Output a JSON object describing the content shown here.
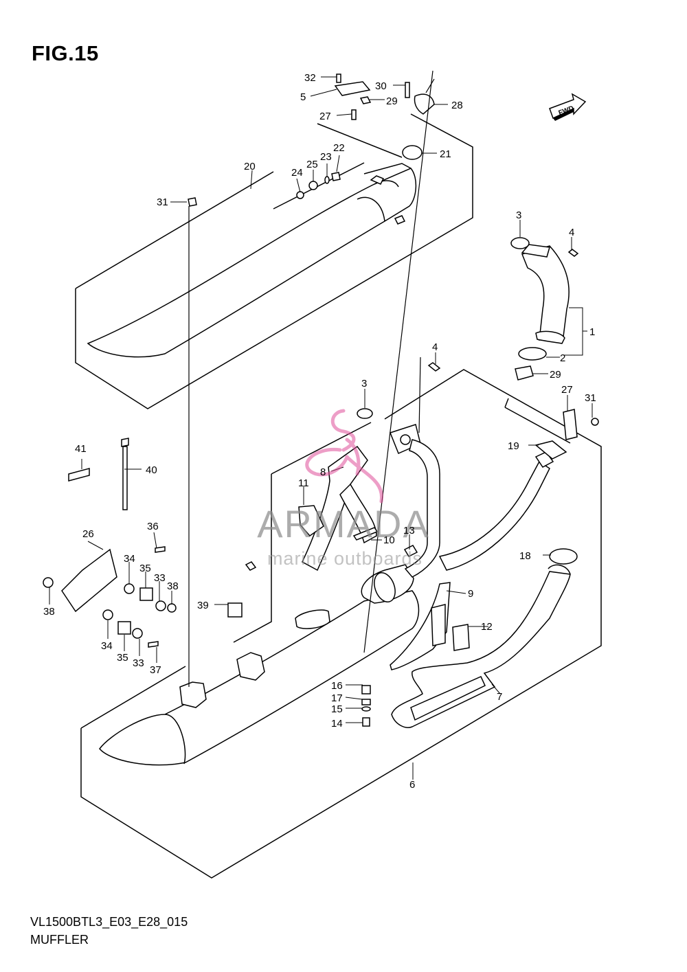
{
  "figure": {
    "title": "FIG.15"
  },
  "footer": {
    "model_code": "VL1500BTL3_E03_E28_015",
    "section_name": "MUFFLER"
  },
  "watermark": {
    "brand": "ARMADA",
    "tagline": "marine outboards",
    "accent_color": "#e0509a"
  },
  "fwd_badge": {
    "label": "FWD"
  },
  "callouts": {
    "c1": "1",
    "c2": "2",
    "c3a": "3",
    "c3b": "3",
    "c4a": "4",
    "c4b": "4",
    "c5": "5",
    "c6": "6",
    "c7": "7",
    "c8": "8",
    "c9": "9",
    "c10": "10",
    "c11": "11",
    "c12": "12",
    "c13": "13",
    "c14": "14",
    "c15": "15",
    "c16": "16",
    "c17": "17",
    "c18": "18",
    "c19": "19",
    "c20": "20",
    "c21": "21",
    "c22": "22",
    "c23": "23",
    "c24": "24",
    "c25": "25",
    "c26": "26",
    "c27a": "27",
    "c27b": "27",
    "c28": "28",
    "c29a": "29",
    "c29b": "29",
    "c30": "30",
    "c31a": "31",
    "c31b": "31",
    "c32": "32",
    "c33a": "33",
    "c33b": "33",
    "c34a": "34",
    "c34b": "34",
    "c35a": "35",
    "c35b": "35",
    "c36": "36",
    "c37": "37",
    "c38a": "38",
    "c38b": "38",
    "c39": "39",
    "c40": "40",
    "c41": "41"
  }
}
